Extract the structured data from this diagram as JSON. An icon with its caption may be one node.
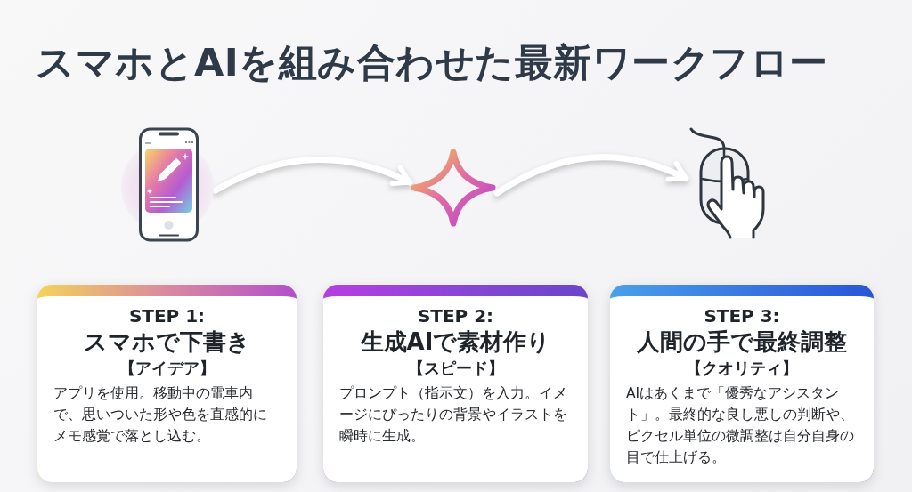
{
  "diagram": {
    "title": "スマホとAIを組み合わせた最新ワークフロー",
    "nodes": [
      {
        "text": [],
        "shape": "picture"
      },
      {
        "text": [],
        "shape": "picture"
      },
      {
        "text": [],
        "shape": "picture"
      },
      {
        "text": [
          "STEP 1:",
          "スマホで下書き",
          "【アイデア】",
          "アプリを使用。移動中の電車内で、思いついた形や色を直感的にメモ感覚で落とし込む。"
        ]
      },
      {
        "text": [
          "STEP 2:",
          "生成AIで素材作り",
          "【スピード】",
          "プロンプト（指示文）を入力。イメージにぴったりの背景やイラストを瞬時に生成。"
        ]
      },
      {
        "text": [
          "STEP 3:",
          "人間の手で最終調整",
          "【クオリティ】",
          "AIはあくまで「優秀なアシスタント」。最終的な良し悪しの判断や、ピクセル単位の微調整は自分自身の目で仕上げる。"
        ]
      }
    ],
    "edges": [
      {
        "from": 0,
        "to": 1,
        "arrow": "to"
      },
      {
        "from": 1,
        "to": 2,
        "arrow": "to"
      }
    ]
  }
}
